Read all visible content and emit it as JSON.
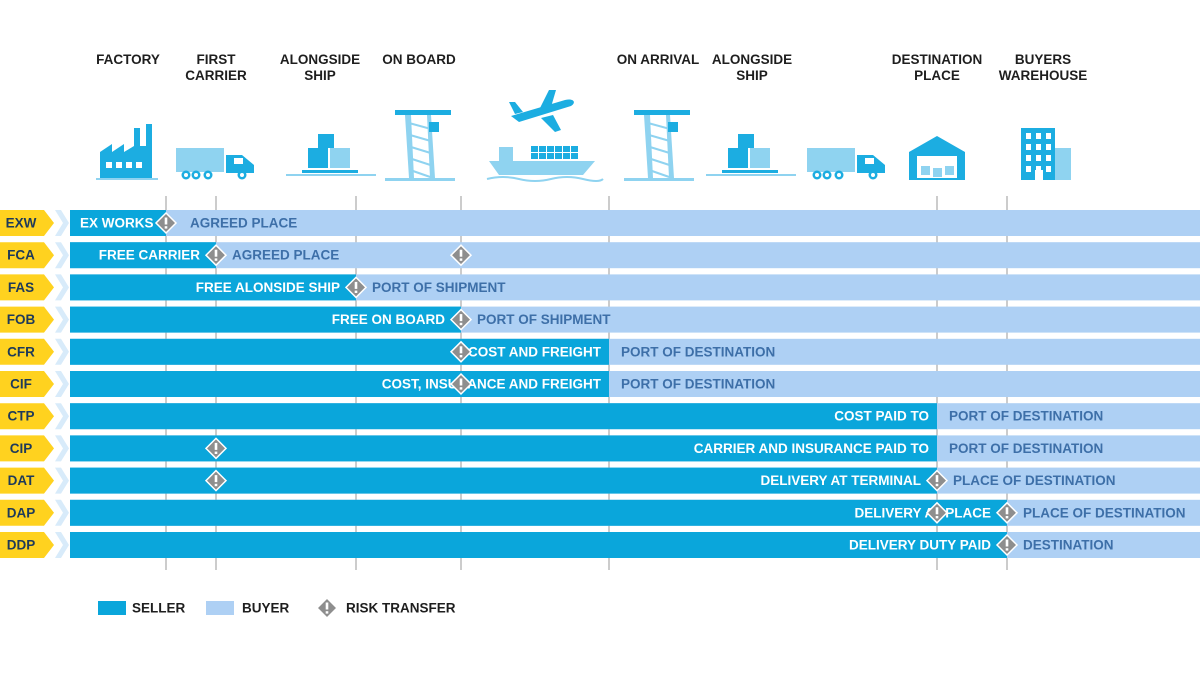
{
  "stages": [
    {
      "id": "factory",
      "lines": [
        "FACTORY"
      ]
    },
    {
      "id": "first-carrier",
      "lines": [
        "FIRST",
        "CARRIER"
      ]
    },
    {
      "id": "alongside-ship",
      "lines": [
        "ALONGSIDE",
        "SHIP"
      ]
    },
    {
      "id": "on-board",
      "lines": [
        "ON BOARD"
      ]
    },
    {
      "id": "on-arrival",
      "lines": [
        "ON ARRIVAL"
      ]
    },
    {
      "id": "alongside-ship-arrival",
      "lines": [
        "ALONGSIDE",
        "SHIP"
      ]
    },
    {
      "id": "destination-place",
      "lines": [
        "DESTINATION",
        "PLACE"
      ]
    },
    {
      "id": "buyers-warehouse",
      "lines": [
        "BUYERS",
        "WAREHOUSE"
      ]
    }
  ],
  "icons": [
    "factory-icon",
    "truck-icon",
    "boxes-on-pallet-icon",
    "port-crane-icon",
    "airplane-icon",
    "cargo-ship-icon",
    "port-crane-icon",
    "boxes-on-pallet-icon",
    "truck-icon",
    "warehouse-icon",
    "office-building-icon"
  ],
  "milestones": [
    "factory",
    "first-carrier",
    "alongside-ship",
    "on-board",
    "arrival",
    "destination-place",
    "buyers-warehouse"
  ],
  "terms": [
    {
      "code": "EXW",
      "seller_label": "EX WORKS",
      "buyer_label": "AGREED PLACE",
      "seller_until": "factory",
      "risk_at": [
        "factory"
      ]
    },
    {
      "code": "FCA",
      "seller_label": "FREE CARRIER",
      "buyer_label": "AGREED PLACE",
      "seller_until": "first-carrier",
      "risk_at": [
        "first-carrier",
        "on-board"
      ]
    },
    {
      "code": "FAS",
      "seller_label": "FREE ALONSIDE SHIP",
      "buyer_label": "PORT OF SHIPMENT",
      "seller_until": "alongside-ship",
      "risk_at": [
        "alongside-ship"
      ]
    },
    {
      "code": "FOB",
      "seller_label": "FREE ON BOARD",
      "buyer_label": "PORT OF SHIPMENT",
      "seller_until": "on-board",
      "risk_at": [
        "on-board"
      ]
    },
    {
      "code": "CFR",
      "seller_label": "COST AND FREIGHT",
      "buyer_label": "PORT OF DESTINATION",
      "seller_until": "arrival",
      "risk_at": [
        "on-board"
      ]
    },
    {
      "code": "CIF",
      "seller_label": "COST, INSURANCE AND FREIGHT",
      "buyer_label": "PORT OF DESTINATION",
      "seller_until": "arrival",
      "risk_at": [
        "on-board"
      ]
    },
    {
      "code": "CTP",
      "seller_label": "COST PAID TO",
      "buyer_label": "PORT OF DESTINATION",
      "seller_until": "destination-place",
      "risk_at": []
    },
    {
      "code": "CIP",
      "seller_label": "CARRIER AND INSURANCE PAID TO",
      "buyer_label": "PORT OF DESTINATION",
      "seller_until": "destination-place",
      "risk_at": [
        "first-carrier"
      ]
    },
    {
      "code": "DAT",
      "seller_label": "DELIVERY AT TERMINAL",
      "buyer_label": "PLACE OF DESTINATION",
      "seller_until": "destination-place",
      "risk_at": [
        "first-carrier",
        "destination-place"
      ]
    },
    {
      "code": "DAP",
      "seller_label": "DELIVERY AT PLACE",
      "buyer_label": "PLACE OF DESTINATION",
      "seller_until": "buyers-warehouse",
      "risk_at": [
        "destination-place",
        "buyers-warehouse"
      ]
    },
    {
      "code": "DDP",
      "seller_label": "DELIVERY DUTY PAID",
      "buyer_label": "DESTINATION",
      "seller_until": "buyers-warehouse",
      "risk_at": [
        "buyers-warehouse"
      ]
    }
  ],
  "legend": [
    {
      "key": "seller",
      "label": "SELLER"
    },
    {
      "key": "buyer",
      "label": "BUYER"
    },
    {
      "key": "risk",
      "label": "RISK TRANSFER"
    }
  ],
  "colors": {
    "seller": "#0aa6db",
    "buyer": "#aed0f4",
    "buyer_text": "#3d6fa8",
    "code_badge": "#ffd21f",
    "code_text": "#1e3a5a",
    "risk": "#8e8e8e",
    "icon": "#1cade1",
    "icon_light": "#8fd3f0",
    "guide_line": "#9a9a9a"
  }
}
